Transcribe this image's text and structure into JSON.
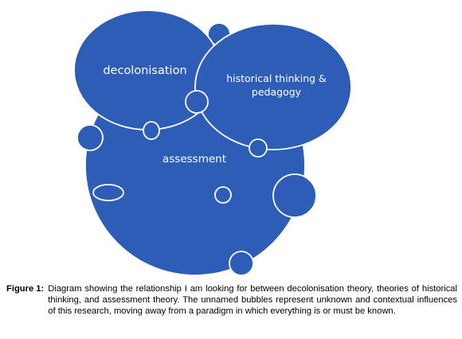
{
  "diagram": {
    "colors": {
      "fill": "#2E5DB8",
      "stroke": "#ffffff",
      "background": "#ffffff"
    },
    "labels": {
      "decolonisation": "decolonisation",
      "historical_thinking_line1": "historical thinking &",
      "historical_thinking_line2": "pedagogy",
      "assessment": "assessment"
    }
  },
  "caption": {
    "label": "Figure 1:",
    "text": "Diagram showing the relationship I am looking for between decolonisation theory, theories of historical thinking, and assessment theory. The unnamed bubbles represent unknown and contextual influences of this research, moving away from a paradigm in which everything is or must be known."
  }
}
